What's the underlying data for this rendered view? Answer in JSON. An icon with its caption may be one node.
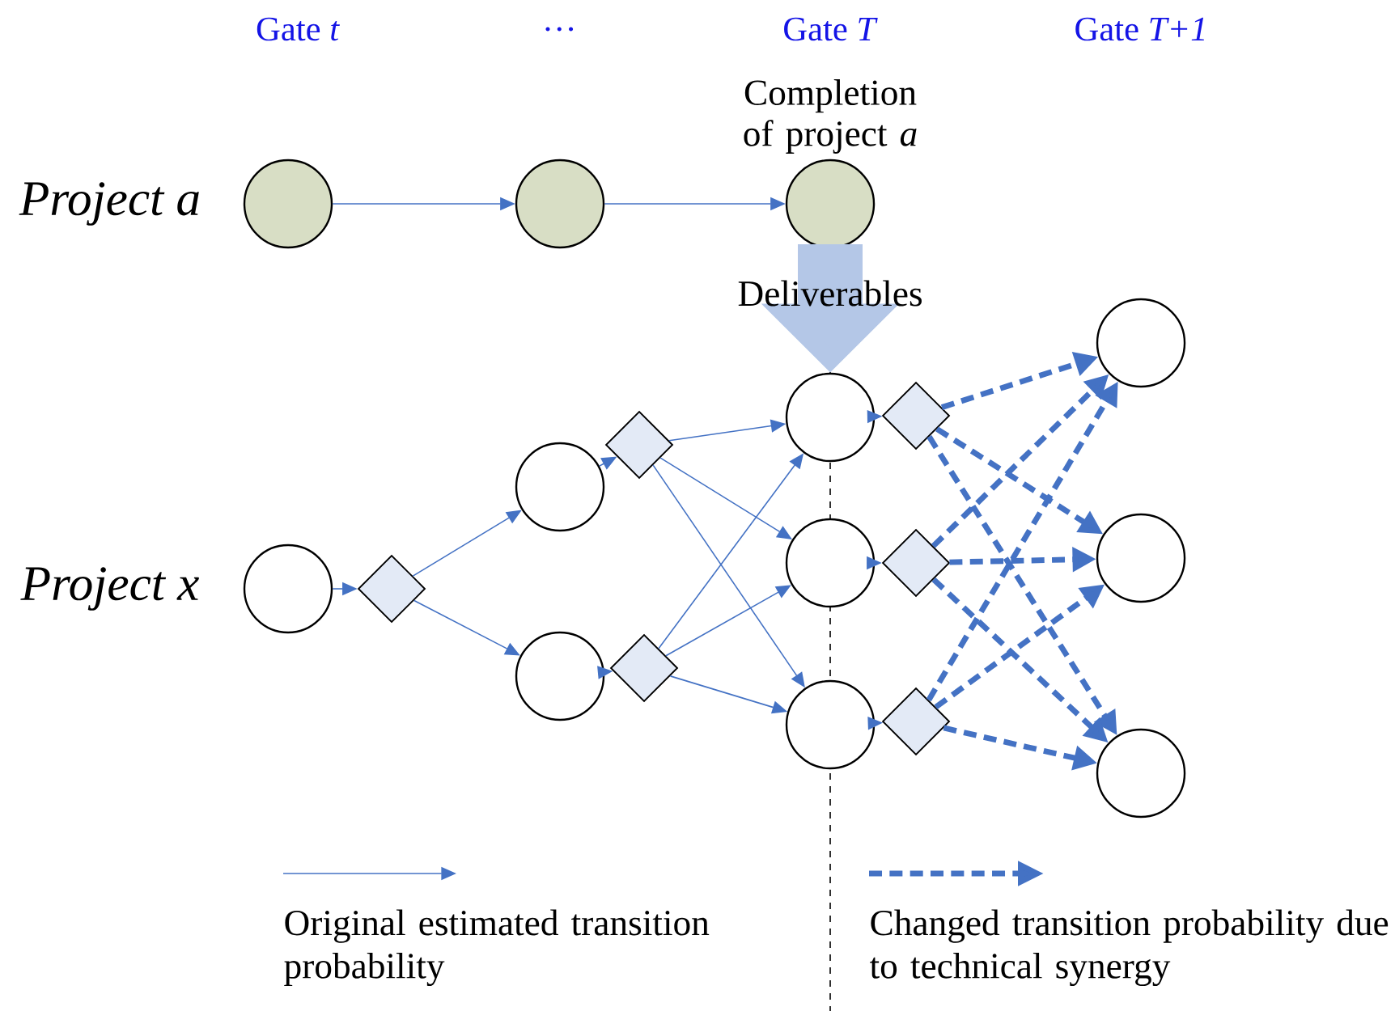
{
  "diagram": {
    "nodes": [
      {
        "text": [],
        "shape": "circle"
      },
      {
        "text": [],
        "shape": "circle"
      },
      {
        "text": [],
        "shape": "circle",
        "beside": [
          "Completion of project *a*"
        ]
      },
      {
        "text": [],
        "shape": "circle"
      },
      {
        "text": [],
        "shape": "diamond"
      },
      {
        "text": [],
        "shape": "circle"
      },
      {
        "text": [],
        "shape": "circle"
      },
      {
        "text": [],
        "shape": "diamond"
      },
      {
        "text": [],
        "shape": "diamond"
      },
      {
        "text": [],
        "shape": "circle"
      },
      {
        "text": [],
        "shape": "circle"
      },
      {
        "text": [],
        "shape": "circle"
      },
      {
        "text": [],
        "shape": "diamond"
      },
      {
        "text": [],
        "shape": "diamond"
      },
      {
        "text": [],
        "shape": "diamond"
      },
      {
        "text": [],
        "shape": "circle"
      },
      {
        "text": [],
        "shape": "circle"
      },
      {
        "text": [],
        "shape": "circle"
      }
    ],
    "edges": [
      {
        "from": 0,
        "to": 1,
        "arrow": "to"
      },
      {
        "from": 1,
        "to": 2,
        "arrow": "to"
      },
      {
        "from": 2,
        "to": 9,
        "arrow": "to",
        "label": "Deliverables",
        "style": "thick",
        "color": "#b4c7e7"
      },
      {
        "from": 3,
        "to": 4,
        "arrow": "to"
      },
      {
        "from": 4,
        "to": 5,
        "arrow": "to"
      },
      {
        "from": 4,
        "to": 6,
        "arrow": "to"
      },
      {
        "from": 5,
        "to": 7,
        "arrow": "to"
      },
      {
        "from": 6,
        "to": 8,
        "arrow": "to"
      },
      {
        "from": 7,
        "to": 9,
        "arrow": "to"
      },
      {
        "from": 7,
        "to": 10,
        "arrow": "to"
      },
      {
        "from": 7,
        "to": 11,
        "arrow": "to"
      },
      {
        "from": 8,
        "to": 9,
        "arrow": "to"
      },
      {
        "from": 8,
        "to": 10,
        "arrow": "to"
      },
      {
        "from": 8,
        "to": 11,
        "arrow": "to"
      },
      {
        "from": 9,
        "to": 12,
        "arrow": "to"
      },
      {
        "from": 10,
        "to": 13,
        "arrow": "to"
      },
      {
        "from": 11,
        "to": 14,
        "arrow": "to"
      },
      {
        "from": 12,
        "to": 15,
        "arrow": "to",
        "style": "dashed"
      },
      {
        "from": 12,
        "to": 16,
        "arrow": "to",
        "style": "dashed"
      },
      {
        "from": 12,
        "to": 17,
        "arrow": "to",
        "style": "dashed"
      },
      {
        "from": 13,
        "to": 15,
        "arrow": "to",
        "style": "dashed"
      },
      {
        "from": 13,
        "to": 16,
        "arrow": "to",
        "style": "dashed"
      },
      {
        "from": 13,
        "to": 17,
        "arrow": "to",
        "style": "dashed"
      },
      {
        "from": 14,
        "to": 15,
        "arrow": "to",
        "style": "dashed"
      },
      {
        "from": 14,
        "to": 16,
        "arrow": "to",
        "style": "dashed"
      },
      {
        "from": 14,
        "to": 17,
        "arrow": "to",
        "style": "dashed"
      }
    ],
    "labels": [
      "Gate *t*",
      "*…*",
      "Gate *T*",
      "Gate *T+1*",
      "Project a",
      "Project x"
    ],
    "legend": [
      {
        "text": "Original estimated transition probability"
      },
      {
        "text": "Changed transition probability due to technical synergy"
      }
    ]
  }
}
